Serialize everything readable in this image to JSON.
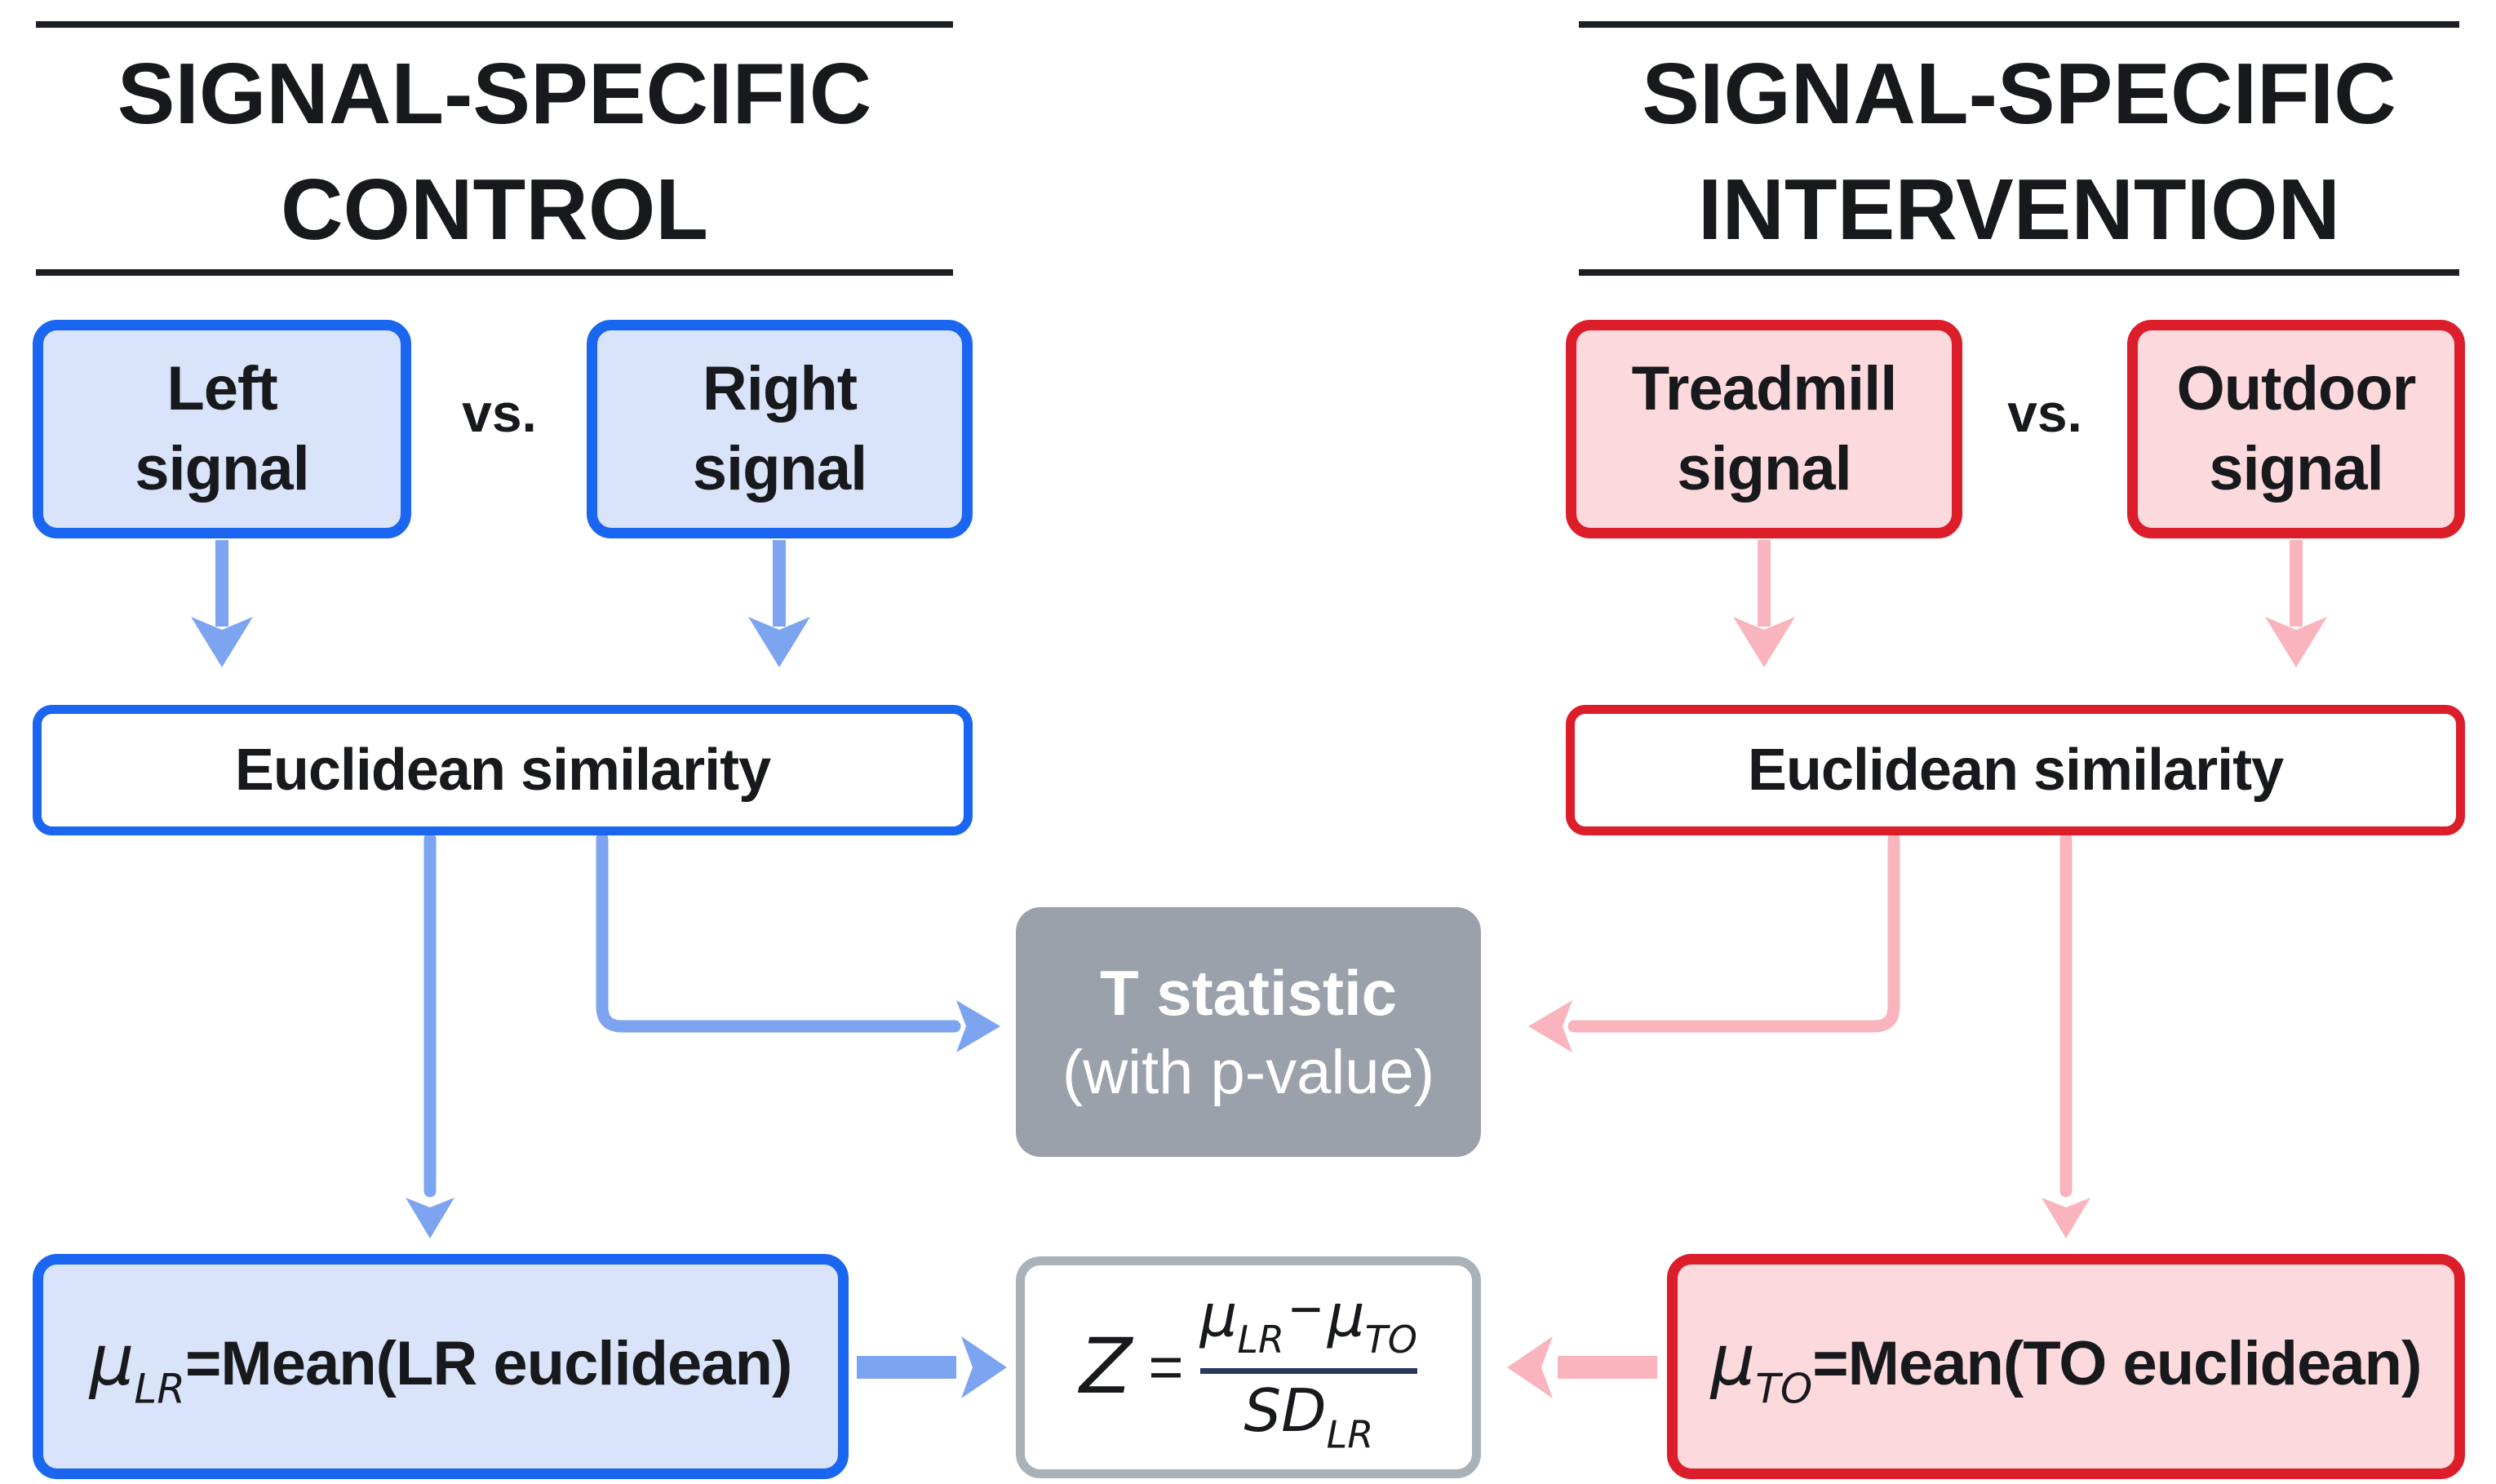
{
  "diagram": {
    "left": {
      "title_line1": "SIGNAL-SPECIFIC",
      "title_line2": "CONTROL",
      "signal_a": {
        "line1": "Left",
        "line2": "signal"
      },
      "vs": "vs.",
      "signal_b": {
        "line1": "Right",
        "line2": "signal"
      },
      "similarity": "Euclidean similarity",
      "mean": {
        "mu": "μ",
        "sub": "LR",
        "rest": "=Mean(LR euclidean)"
      }
    },
    "right": {
      "title_line1": "SIGNAL-SPECIFIC",
      "title_line2": "INTERVENTION",
      "signal_a": {
        "line1": "Treadmill",
        "line2": "signal"
      },
      "vs": "vs.",
      "signal_b": {
        "line1": "Outdoor",
        "line2": "signal"
      },
      "similarity": "Euclidean similarity",
      "mean": {
        "mu": "μ",
        "sub": "TO",
        "rest": "=Mean(TO euclidean)"
      }
    },
    "center": {
      "t_stat": {
        "line1": "T statistic",
        "line2": "(with p-value)"
      },
      "formula": {
        "lhs": "Z",
        "equals": "=",
        "num_mu1": "μ",
        "num_sub1": "LR",
        "minus": "−",
        "num_mu2": "μ",
        "num_sub2": "TO",
        "den": "SD",
        "den_sub": "LR"
      }
    },
    "colors": {
      "blue_border": "#1a66f0",
      "blue_fill": "#d9e3f9",
      "blue_arrow": "#7da4f0",
      "red_border": "#dc1e2b",
      "pink_fill": "#fcd9dc",
      "pink_arrow": "#f9b4bd",
      "gray_box": "#9aa1ab",
      "gray_border": "#a9b1b9",
      "text_dark": "#17191c",
      "fraction_bar": "#2a3a5c"
    }
  }
}
